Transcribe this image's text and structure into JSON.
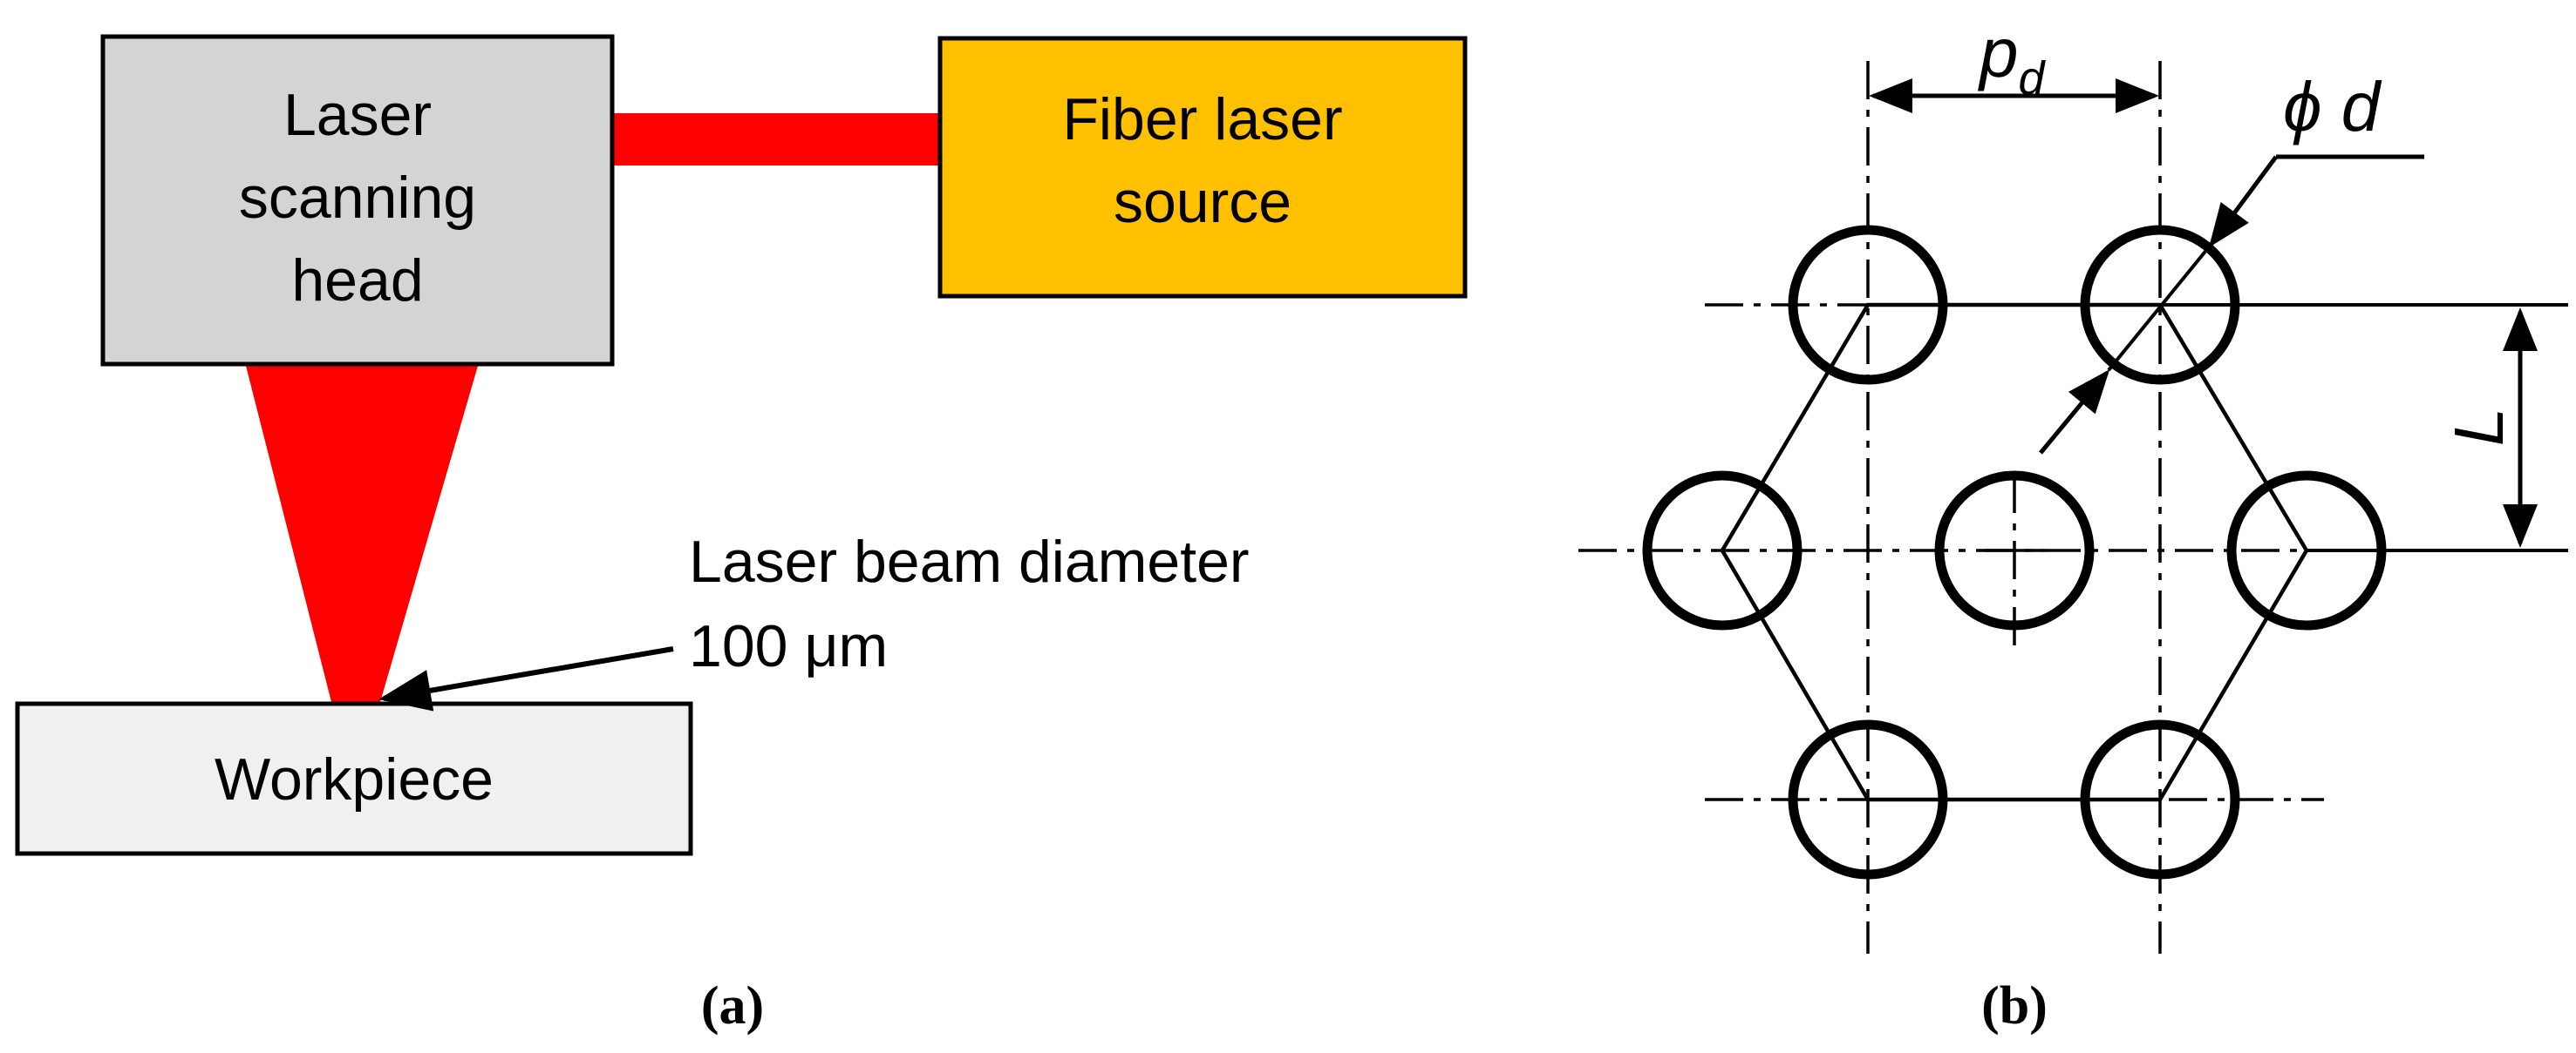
{
  "panel_a": {
    "label": "(a)",
    "scanning_head": {
      "lines": [
        "Laser",
        "scanning",
        "head"
      ],
      "fill": "#d4d4d4"
    },
    "fiber_laser": {
      "lines": [
        "Fiber laser",
        "source"
      ],
      "fill": "#ffc000"
    },
    "workpiece": {
      "label": "Workpiece",
      "fill": "#f0f0f0"
    },
    "beam_color": "#ff0000",
    "annotation": {
      "line1": "Laser beam diameter",
      "line2": "100 μm"
    }
  },
  "panel_b": {
    "label": "(b)",
    "pitch_label": "p",
    "pitch_subscript": "d",
    "diameter_label": "ϕ d",
    "distance_label": "L"
  }
}
